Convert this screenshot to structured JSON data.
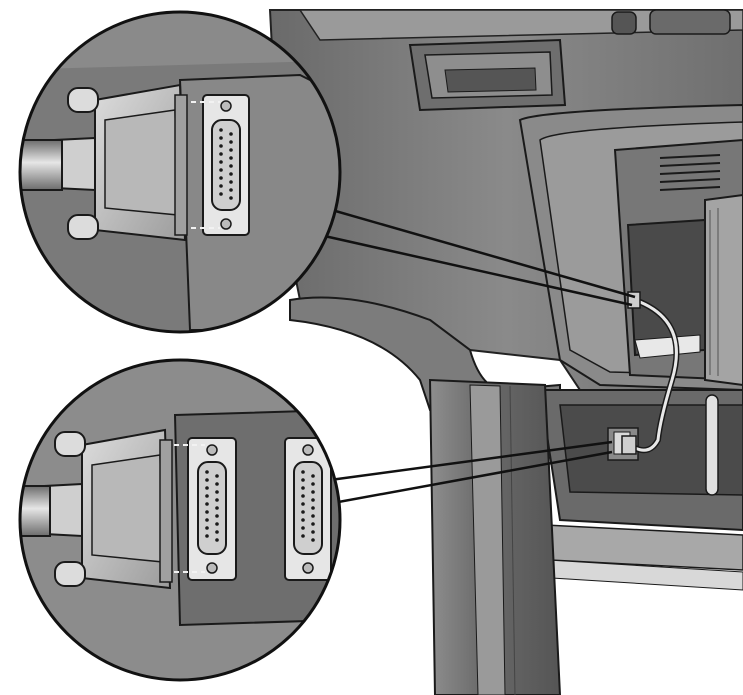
{
  "illustration": {
    "subject": "",
    "callouts": [
      {
        "id": "top-callout",
        "depicts": "parallel-cable-connector-at-printer-port"
      },
      {
        "id": "bottom-callout",
        "depicts": "parallel-cable-connector-at-interface-board"
      }
    ]
  },
  "colors": {
    "body_dark": "#5a5a5a",
    "body_mid": "#7e7e7e",
    "body_light": "#a9a9a9",
    "highlight": "#d9d9d9",
    "outline": "#1a1a1a",
    "connector_light": "#c9c9c9",
    "background": "#ffffff"
  }
}
